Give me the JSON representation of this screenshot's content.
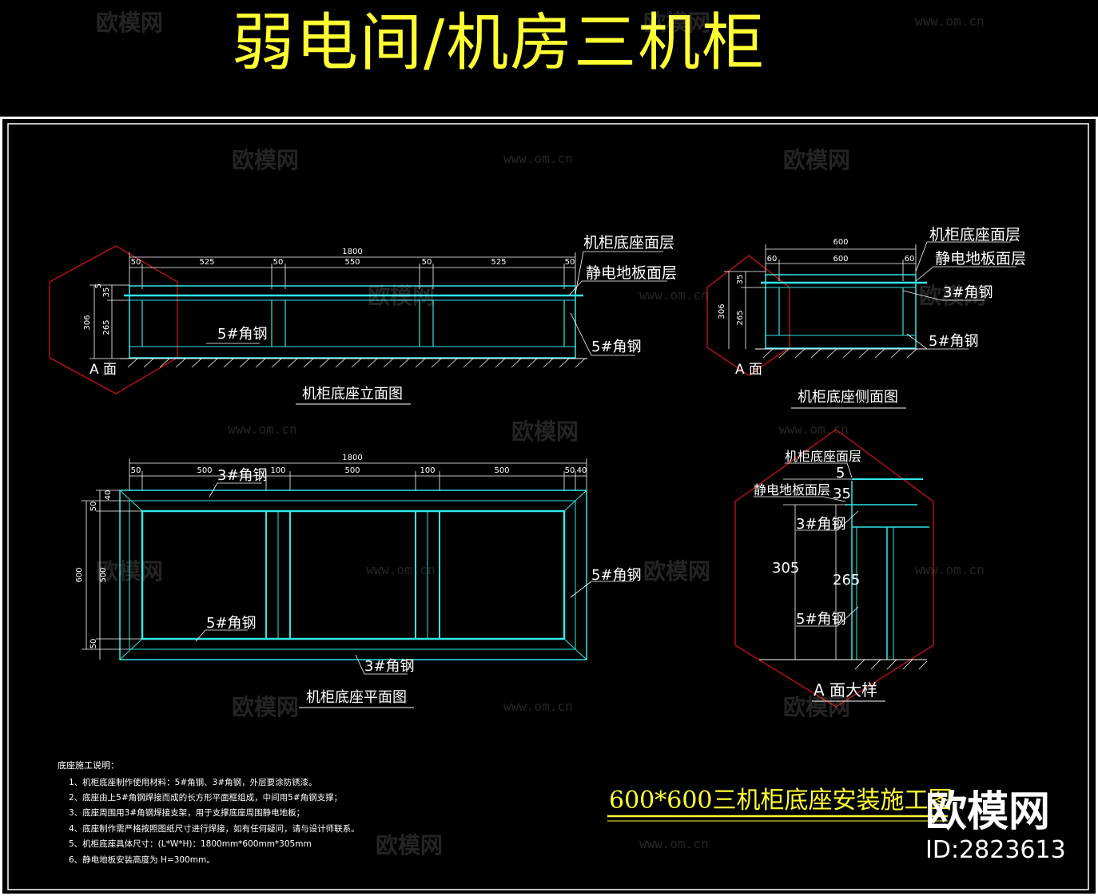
{
  "title": "弱电间/机房三机柜",
  "drawing_title": "600*600三机柜底座安装施工图",
  "colors": {
    "title": "#ffff33",
    "structure": "#33e6e6",
    "detail_frame": "#cc1111",
    "line": "#ffffff"
  },
  "elevation": {
    "caption": "机柜底座立面图",
    "dims_top": [
      "50",
      "525",
      "50",
      "550",
      "50",
      "525",
      "50"
    ],
    "dim_total": "1800",
    "dims_left": [
      "306",
      "265",
      "35",
      "5"
    ],
    "label_cabinet_top": "机柜底座面层",
    "label_floor": "静电地板面层",
    "label_steel_in": "5#角钢",
    "label_steel_out": "5#角钢",
    "face_mark": "A  面"
  },
  "side": {
    "caption": "机柜底座侧面图",
    "dim_total": "600",
    "dims_top": [
      "60",
      "600",
      "60"
    ],
    "dims_left": [
      "306",
      "265",
      "35"
    ],
    "label_cabinet_top": "机柜底座面层",
    "label_floor": "静电地板面层",
    "label_steel3": "3#角钢",
    "label_steel5": "5#角钢",
    "face_mark": "A  面"
  },
  "plan": {
    "caption": "机柜底座平面图",
    "dim_total": "1800",
    "dims_top": [
      "50",
      "500",
      "100",
      "500",
      "100",
      "500",
      "50",
      "40"
    ],
    "dims_left": [
      "600",
      "500",
      "50",
      "50",
      "40"
    ],
    "label_steel3_top": "3#角钢",
    "label_steel3_bottom": "3#角钢",
    "label_steel5_left": "5#角钢",
    "label_steel5_right": "5#角钢"
  },
  "detail": {
    "caption": "A  面大样",
    "label_cabinet_top": "机柜底座面层",
    "label_floor": "静电地板面层",
    "label_steel3": "3#角钢",
    "label_steel5": "5#角钢",
    "dim_5": "5",
    "dim_35": "35",
    "dim_305": "305",
    "dim_265": "265"
  },
  "notes": {
    "heading": "底座施工说明：",
    "items": [
      "1、机柜底座制作使用材料：5#角钢、3#角钢，外层要涂防锈漆。",
      "2、底座由上5#角钢焊接而成的长方形平面框组成，中间用5#角钢支撑；",
      "3、底座周围用3#角钢焊接支架，用于支撑底座周围静电地板；",
      "4、底座制作需严格按照图纸尺寸进行焊接，如有任何疑问，请与设计师联系。",
      "5、机柜底座具体尺寸：(L*W*H)：1800mm*600mm*305mm",
      "6、静电地板安装高度为 H=300mm。"
    ]
  },
  "watermark": {
    "brand": "欧模网",
    "url": "www.om.cn",
    "id": "ID:2823613"
  }
}
